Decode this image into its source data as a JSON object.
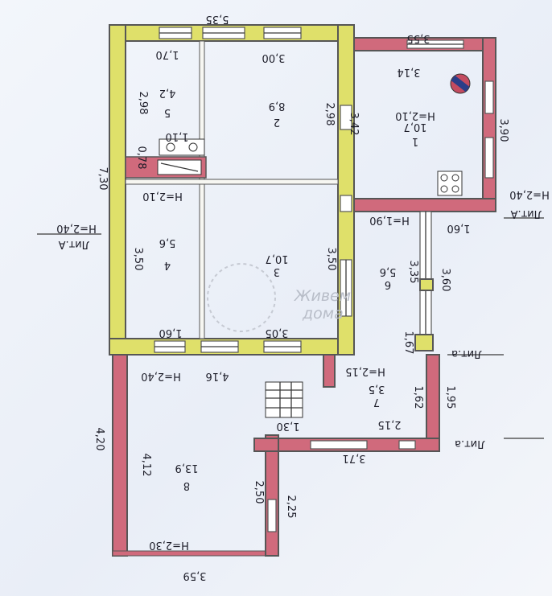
{
  "floor_plan": {
    "rooms": [
      {
        "num": "1",
        "area": "10,7",
        "height": "H=2,10"
      },
      {
        "num": "2",
        "area": "8,9"
      },
      {
        "num": "3",
        "area": "10,7"
      },
      {
        "num": "4",
        "area": "5,6"
      },
      {
        "num": "5",
        "area": "4,2"
      },
      {
        "num": "6",
        "area": "5,6"
      },
      {
        "num": "7",
        "area": "3,5"
      },
      {
        "num": "8",
        "area": "13,9"
      }
    ],
    "dimensions": {
      "d_535": "5,35",
      "d_170": "1,70",
      "d_300": "3,00",
      "d_355": "3,55",
      "d_314": "3,14",
      "d_298a": "2,98",
      "d_298b": "2,98",
      "d_342": "3,42",
      "d_390": "3,90",
      "d_110": "1,10",
      "d_078": "0,78",
      "d_730": "7,30",
      "d_350a": "3,50",
      "d_350b": "3,50",
      "d_335": "3,35",
      "d_360": "3,60",
      "d_160a": "1,60",
      "d_160b": "1,60",
      "d_305": "3,05",
      "d_167": "1,67",
      "d_416": "4,16",
      "d_162": "1,62",
      "d_195": "1,95",
      "d_215": "2,15",
      "d_130": "1,30",
      "d_371": "3,71",
      "d_420": "4,20",
      "d_412": "4,12",
      "d_250": "2,50",
      "d_225": "2,25",
      "d_359": "3,59"
    },
    "heights": {
      "h_240_lit": "H=2,40",
      "h_210": "H=2,10",
      "h_190": "H=1,90",
      "h_240_lit_a": "H=2,40",
      "h_240_main": "H=2,40",
      "h_215": "H=2,15",
      "h_230": "H=2,30"
    },
    "labels": {
      "lit_a_upper": "Лит.А",
      "lit_a_prime": "Лит.А",
      "lit_a_small": "Лит.а",
      "lit_a_small2": "Лит.а"
    },
    "watermark": {
      "line1": "Живем",
      "line2": "дома"
    }
  }
}
